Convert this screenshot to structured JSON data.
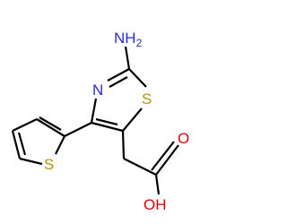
{
  "molecule": {
    "atoms": {
      "amine_n": "NH",
      "amine_h_count": "2",
      "ring_n": "N",
      "thiazole_s": "S",
      "thiophene_s": "S",
      "carbonyl_o": "O",
      "hydroxyl": "OH"
    },
    "colors": {
      "bond": "#000000",
      "nitrogen": "#2b2bd6",
      "sulfur": "#b8900f",
      "oxygen": "#e00000"
    }
  }
}
